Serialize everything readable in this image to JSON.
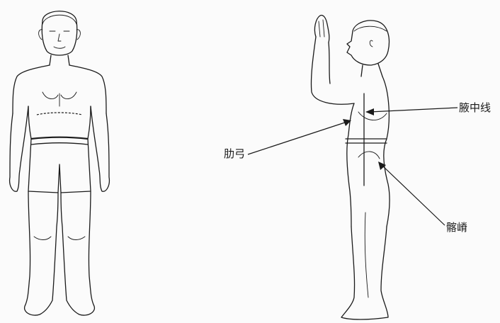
{
  "labels": {
    "axillary_line": "腋中线",
    "costal_arch": "肋弓",
    "iliac_crest": "髂嵴"
  }
}
